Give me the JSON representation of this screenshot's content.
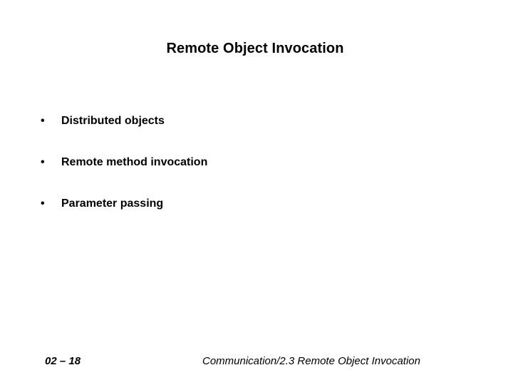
{
  "slide": {
    "title": "Remote Object Invocation",
    "bullets": [
      {
        "marker": "•",
        "label": "Distributed objects"
      },
      {
        "marker": "•",
        "label": "Remote method invocation"
      },
      {
        "marker": "•",
        "label": "Parameter passing"
      }
    ],
    "footer": {
      "page_number": "02 – 18",
      "caption": "Communication/2.3 Remote Object Invocation"
    },
    "colors": {
      "background": "#ffffff",
      "text": "#000000"
    }
  }
}
